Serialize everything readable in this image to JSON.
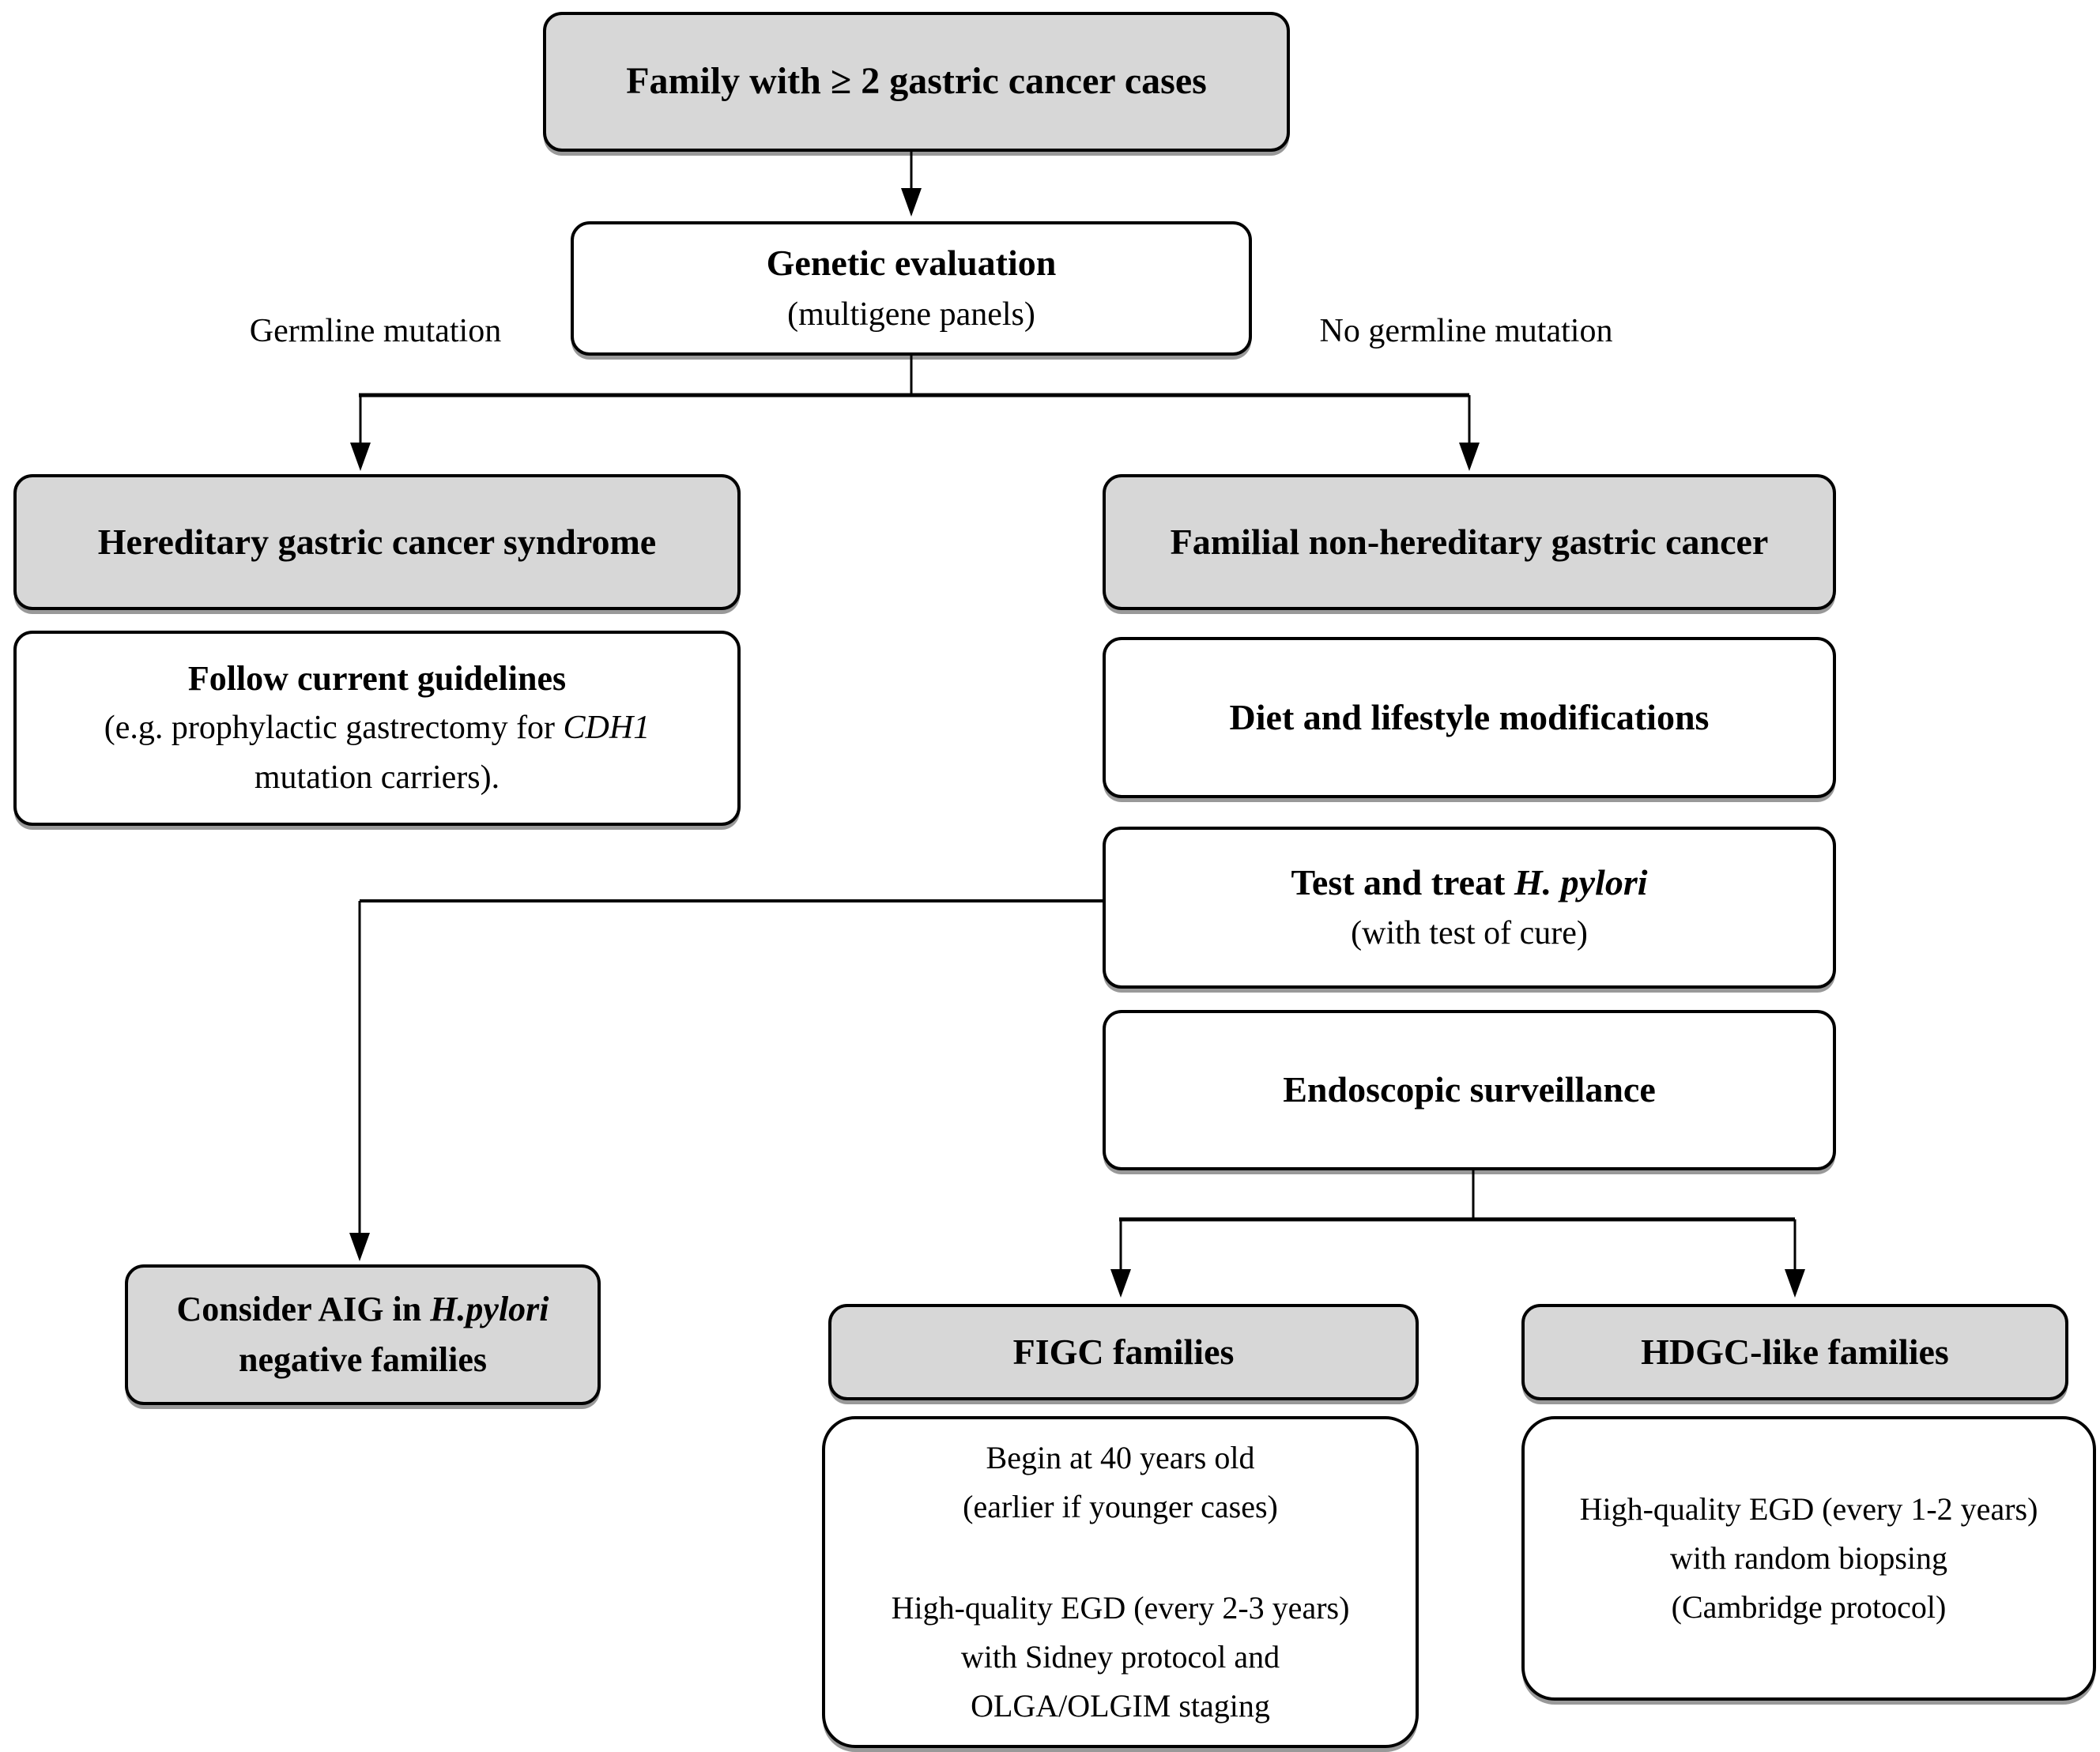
{
  "colors": {
    "background": "#ffffff",
    "box_fill_gray": "#d7d7d7",
    "box_fill_white": "#ffffff",
    "border": "#000000",
    "line": "#000000"
  },
  "flowchart": {
    "family_box": "Family with ≥ 2 gastric cancer cases",
    "genetic_box": {
      "title": "Genetic evaluation",
      "subtitle": "(multigene panels)"
    },
    "branch_left_label": "Germline mutation",
    "branch_right_label": "No germline mutation",
    "hereditary_box": "Hereditary gastric cancer syndrome",
    "guidelines_box": {
      "title": "Follow current guidelines",
      "detail_prefix": "(e.g. prophylactic gastrectomy for ",
      "detail_gene": "CDH1",
      "detail_suffix": "mutation carriers)."
    },
    "familial_box": "Familial non-hereditary gastric cancer",
    "diet_box": "Diet and lifestyle modifications",
    "hpylori_box": {
      "title_prefix": "Test and treat ",
      "title_species": "H. pylori",
      "subtitle": "(with test of cure)"
    },
    "endoscopic_box": "Endoscopic surveillance",
    "aig_box": {
      "line1_prefix": "Consider AIG in ",
      "line1_species": "H.pylori",
      "line2": "negative families"
    },
    "figc_box": "FIGC families",
    "figc_detail_box": {
      "line1": "Begin at 40 years old",
      "line2": "(earlier if younger cases)",
      "line3": "High-quality EGD (every 2-3 years)",
      "line4": "with Sidney protocol and",
      "line5": "OLGA/OLGIM staging"
    },
    "hdgc_box": "HDGC-like families",
    "hdgc_detail_box": {
      "line1": "High-quality EGD (every 1-2 years)",
      "line2": "with random biopsing",
      "line3": "(Cambridge protocol)"
    }
  }
}
